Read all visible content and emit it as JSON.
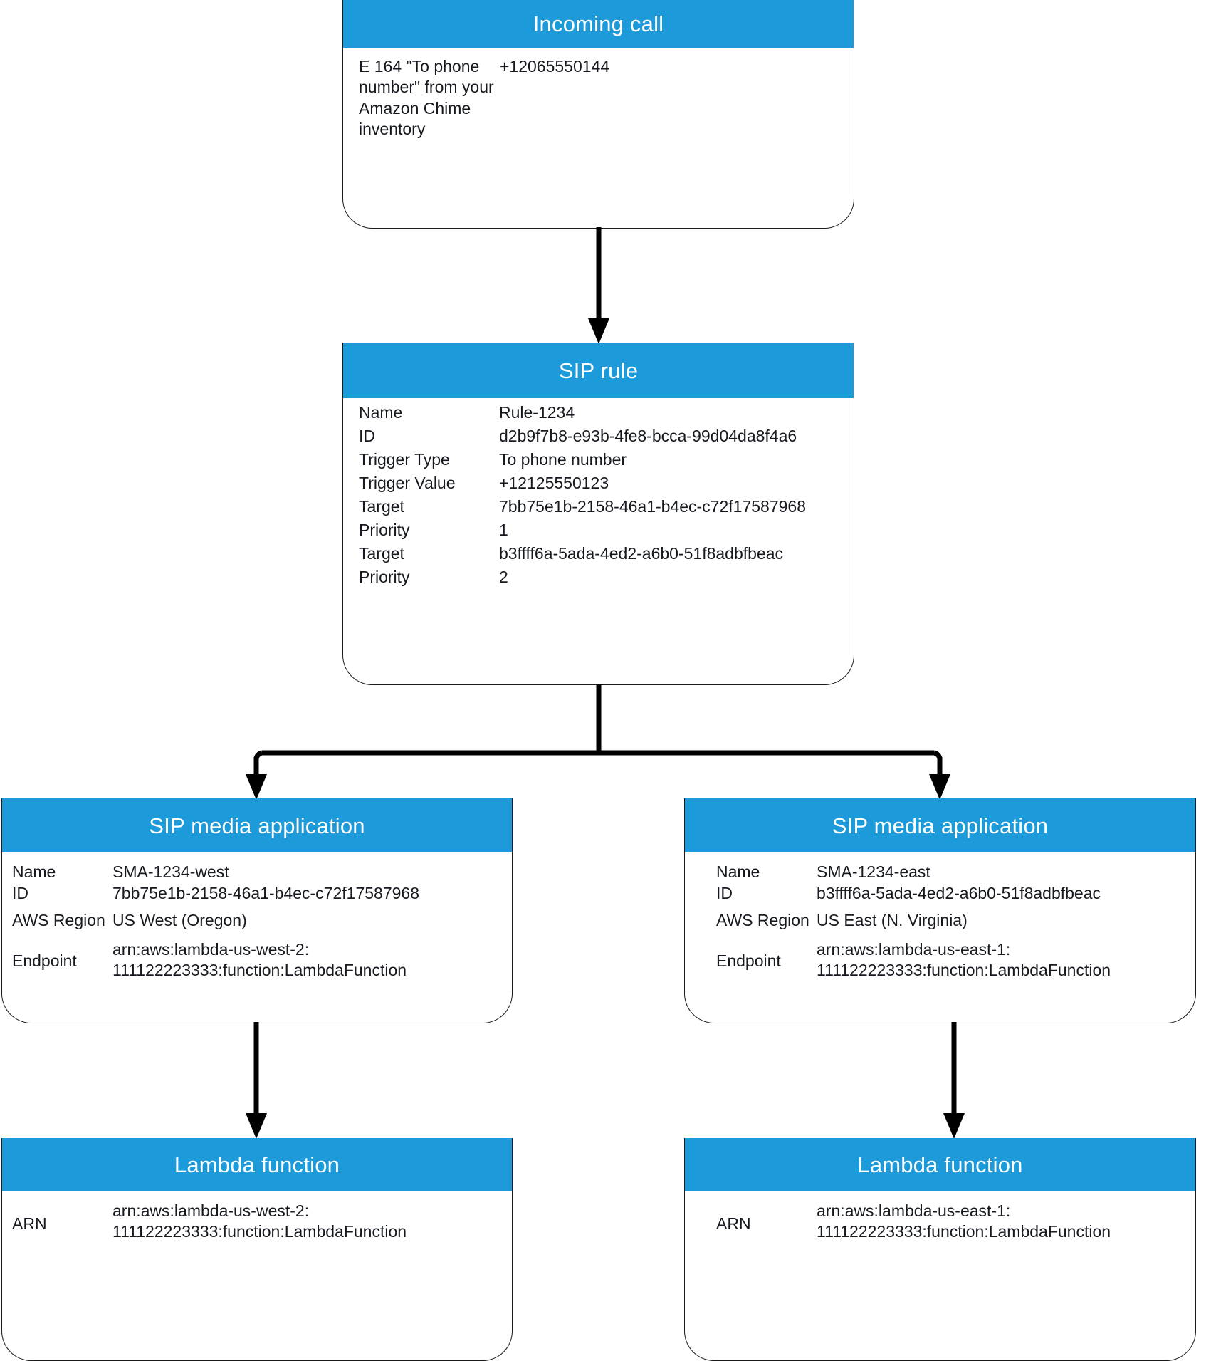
{
  "theme": {
    "header_blue": "#1c9ad9",
    "text_color": "#16191f",
    "line_color": "#1a1a1a",
    "background": "#ffffff"
  },
  "nodes": {
    "incoming_call": {
      "title": "Incoming call",
      "rows": [
        {
          "label": "E 164 \"To phone\nnumber\" from your\nAmazon Chime\ninventory",
          "value": "+12065550144"
        }
      ]
    },
    "sip_rule": {
      "title": "SIP rule",
      "rows": [
        {
          "label": "Name",
          "value": "Rule-1234"
        },
        {
          "label": "ID",
          "value": "d2b9f7b8-e93b-4fe8-bcca-99d04da8f4a6"
        },
        {
          "label": "Trigger Type",
          "value": "To phone number"
        },
        {
          "label": "Trigger Value",
          "value": "+12125550123"
        },
        {
          "label": "Target",
          "value": "7bb75e1b-2158-46a1-b4ec-c72f17587968"
        },
        {
          "label": "Priority",
          "value": "1"
        },
        {
          "label": "Target",
          "value": "b3ffff6a-5ada-4ed2-a6b0-51f8adbfbeac"
        },
        {
          "label": "Priority",
          "value": "2"
        }
      ]
    },
    "sma_west": {
      "title": "SIP media application",
      "rows": [
        {
          "label": "Name",
          "value": "SMA-1234-west"
        },
        {
          "label": "ID",
          "value": "7bb75e1b-2158-46a1-b4ec-c72f17587968"
        },
        {
          "label": "AWS Region",
          "value": "US West (Oregon)"
        },
        {
          "label": "Endpoint",
          "value": "arn:aws:lambda-us-west-2:\n111122223333:function:LambdaFunction"
        }
      ]
    },
    "sma_east": {
      "title": "SIP media application",
      "rows": [
        {
          "label": "Name",
          "value": "SMA-1234-east"
        },
        {
          "label": "ID",
          "value": "b3ffff6a-5ada-4ed2-a6b0-51f8adbfbeac"
        },
        {
          "label": "AWS Region",
          "value": "US East (N. Virginia)"
        },
        {
          "label": "Endpoint",
          "value": "arn:aws:lambda-us-east-1:\n111122223333:function:LambdaFunction"
        }
      ]
    },
    "lambda_west": {
      "title": "Lambda function",
      "rows": [
        {
          "label": "ARN",
          "value": "arn:aws:lambda-us-west-2:\n111122223333:function:LambdaFunction"
        }
      ]
    },
    "lambda_east": {
      "title": "Lambda function",
      "rows": [
        {
          "label": "ARN",
          "value": "arn:aws:lambda-us-east-1:\n111122223333:function:LambdaFunction"
        }
      ]
    }
  },
  "connectors": [
    {
      "name": "incoming-call-to-sip-rule",
      "from": "incoming_call",
      "to": "sip_rule"
    },
    {
      "name": "sip-rule-to-sma-west",
      "from": "sip_rule",
      "to": "sma_west"
    },
    {
      "name": "sip-rule-to-sma-east",
      "from": "sip_rule",
      "to": "sma_east"
    },
    {
      "name": "sma-west-to-lambda-west",
      "from": "sma_west",
      "to": "lambda_west"
    },
    {
      "name": "sma-east-to-lambda-east",
      "from": "sma_east",
      "to": "lambda_east"
    }
  ]
}
